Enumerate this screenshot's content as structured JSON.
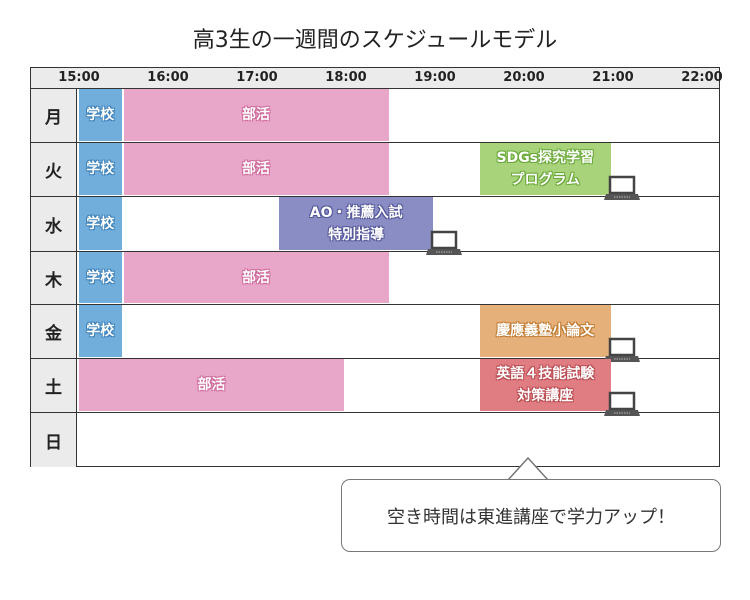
{
  "title": "高3生の一週間のスケジュールモデル",
  "hours": [
    "15:00",
    "16:00",
    "17:00",
    "18:00",
    "19:00",
    "20:00",
    "21:00",
    "22:00"
  ],
  "days": [
    "月",
    "火",
    "水",
    "木",
    "金",
    "土",
    "日"
  ],
  "colors": {
    "school": "#72aedb",
    "club": "#e8a6c8",
    "ao": "#8a8cc4",
    "sdgs": "#a8d37a",
    "keio": "#e6b07a",
    "english": "#e07d82"
  },
  "blocks": [
    {
      "day": 0,
      "start": 15.0,
      "end": 15.5,
      "lines": [
        "学校"
      ],
      "type": "school",
      "laptop": false
    },
    {
      "day": 0,
      "start": 15.5,
      "end": 18.5,
      "lines": [
        "部活"
      ],
      "type": "club",
      "laptop": false
    },
    {
      "day": 1,
      "start": 15.0,
      "end": 15.5,
      "lines": [
        "学校"
      ],
      "type": "school",
      "laptop": false
    },
    {
      "day": 1,
      "start": 15.5,
      "end": 18.5,
      "lines": [
        "部活"
      ],
      "type": "club",
      "laptop": false
    },
    {
      "day": 1,
      "start": 19.5,
      "end": 21.0,
      "lines": [
        "SDGs探究学習",
        "プログラム"
      ],
      "type": "sdgs",
      "laptop": true
    },
    {
      "day": 2,
      "start": 15.0,
      "end": 15.5,
      "lines": [
        "学校"
      ],
      "type": "school",
      "laptop": false
    },
    {
      "day": 2,
      "start": 17.25,
      "end": 19.0,
      "lines": [
        "AO・推薦入試",
        "特別指導"
      ],
      "type": "ao",
      "laptop": true
    },
    {
      "day": 3,
      "start": 15.0,
      "end": 15.5,
      "lines": [
        "学校"
      ],
      "type": "school",
      "laptop": false
    },
    {
      "day": 3,
      "start": 15.5,
      "end": 18.5,
      "lines": [
        "部活"
      ],
      "type": "club",
      "laptop": false
    },
    {
      "day": 4,
      "start": 15.0,
      "end": 15.5,
      "lines": [
        "学校"
      ],
      "type": "school",
      "laptop": false
    },
    {
      "day": 4,
      "start": 19.5,
      "end": 21.0,
      "lines": [
        "慶應義塾小論文"
      ],
      "type": "keio",
      "laptop": true
    },
    {
      "day": 5,
      "start": 15.0,
      "end": 18.0,
      "lines": [
        "部活"
      ],
      "type": "club",
      "laptop": false
    },
    {
      "day": 5,
      "start": 19.5,
      "end": 21.0,
      "lines": [
        "英語４技能試験",
        "対策講座"
      ],
      "type": "english",
      "laptop": true
    }
  ],
  "bubble": "空き時間は東進講座で学力アップ！"
}
